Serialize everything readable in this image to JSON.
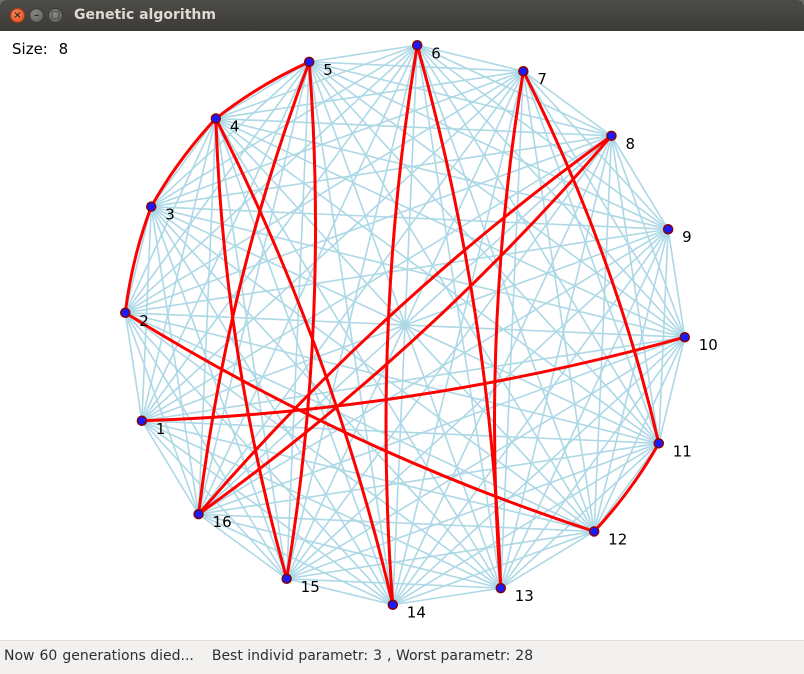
{
  "window": {
    "title": "Genetic algorithm",
    "close_glyph": "×",
    "minimize_glyph": "–",
    "maximize_glyph": "□"
  },
  "size_display": {
    "label": "Size:",
    "value": "8"
  },
  "graph": {
    "node_count": 16,
    "labels": [
      "1",
      "2",
      "3",
      "4",
      "5",
      "6",
      "7",
      "8",
      "9",
      "10",
      "11",
      "12",
      "13",
      "14",
      "15",
      "16"
    ],
    "best_route_edges": [
      [
        5,
        4
      ],
      [
        4,
        3
      ],
      [
        3,
        2
      ],
      [
        2,
        12
      ],
      [
        12,
        11
      ],
      [
        11,
        7
      ],
      [
        7,
        13
      ],
      [
        13,
        6
      ],
      [
        6,
        14
      ],
      [
        14,
        4
      ],
      [
        4,
        15
      ],
      [
        15,
        5
      ],
      [
        5,
        16
      ],
      [
        16,
        8
      ],
      [
        8,
        16
      ],
      [
        1,
        10
      ]
    ],
    "edge_color": "#add8e6",
    "route_color": "#ff0000",
    "node_fill": "#1a1aff",
    "node_stroke": "#8b0000"
  },
  "status": {
    "now_label": "Now",
    "generations": "60",
    "generations_text": "generations died...",
    "best_label": "Best individ parametr:",
    "best_value": "3",
    "worst_label": ", Worst parametr:",
    "worst_value": "28"
  }
}
